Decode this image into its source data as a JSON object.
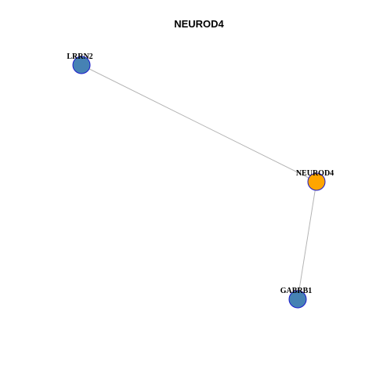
{
  "title": "NEUROD4",
  "colors": {
    "hub": "#FFA500",
    "neighbor": "#4682B4",
    "node_border": "#1a1acc",
    "edge": "#b3b3b3"
  },
  "nodes": [
    {
      "id": "NEUROD4",
      "label": "NEUROD4",
      "role": "hub"
    },
    {
      "id": "LRRN2",
      "label": "LRRN2",
      "role": "neighbor"
    },
    {
      "id": "GABRB1",
      "label": "GABRB1",
      "role": "neighbor"
    }
  ],
  "edges": [
    {
      "source": "LRRN2",
      "target": "NEUROD4"
    },
    {
      "source": "NEUROD4",
      "target": "GABRB1"
    }
  ]
}
